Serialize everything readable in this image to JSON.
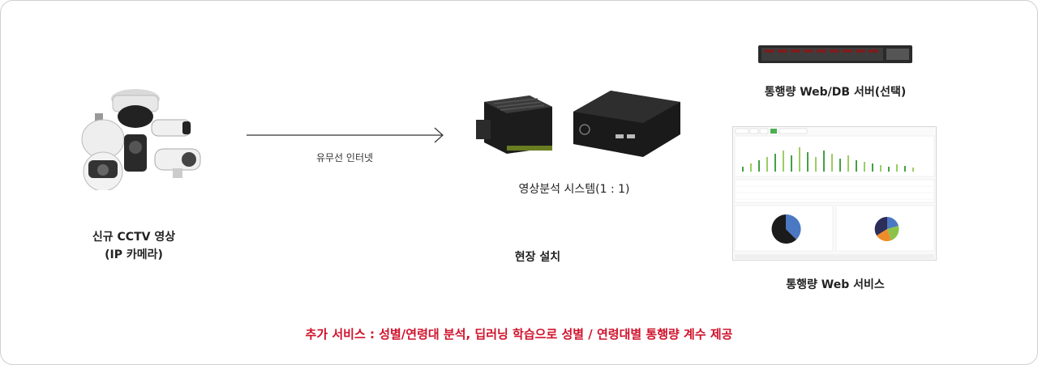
{
  "camera": {
    "line1": "신규 CCTV 영상",
    "line2": "(IP 카메라)"
  },
  "link": {
    "label": "유무선 인터넷"
  },
  "analysis": {
    "system_label": "영상분석 시스템(1 : 1)",
    "site_label": "현장 설치"
  },
  "server": {
    "label": "통행량 Web/DB 서버(선택)"
  },
  "web": {
    "label": "통행량 Web 서비스"
  },
  "footer": {
    "note": "추가 서비스 : 성별/연령대 분석, 딥러닝 학습으로 성별 / 연령대별 통행량 계수 제공"
  },
  "colors": {
    "accent_red": "#d0112b",
    "web_green": "#4caf50"
  }
}
